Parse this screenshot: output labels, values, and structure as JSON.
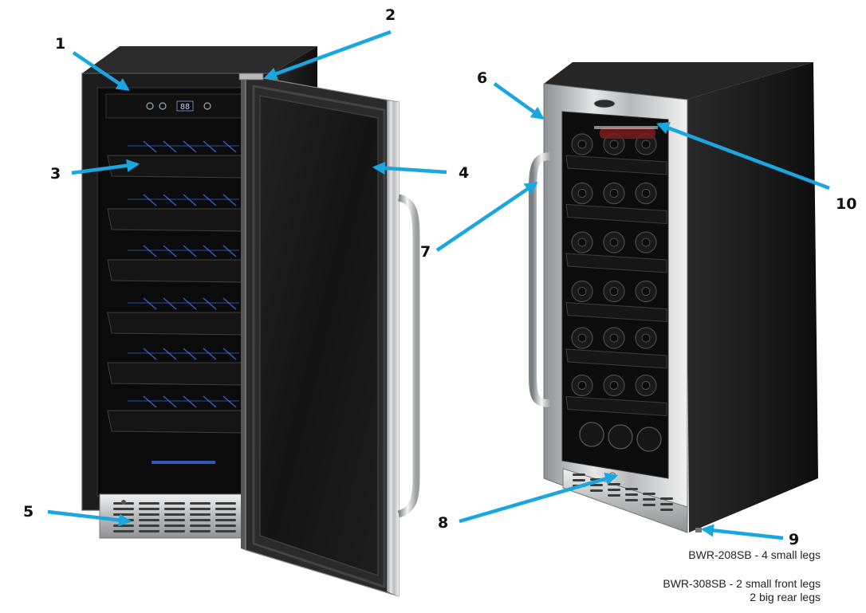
{
  "callouts": {
    "c1": "1",
    "c2": "2",
    "c3": "3",
    "c4": "4",
    "c5": "5",
    "c6": "6",
    "c7": "7",
    "c8": "8",
    "c9": "9",
    "c10": "10"
  },
  "notes": {
    "line1": "BWR-208SB - 4 small legs",
    "line2": "BWR-308SB - 2 small front legs",
    "line3": "2 big rear legs"
  },
  "colors": {
    "arrow": "#1aa7e0",
    "cabinet": "#1b1b1b",
    "steel": "#c9cbcd",
    "interior": "#0d0d0d",
    "led": "#3f7bff"
  },
  "control_panel": {
    "display": "88"
  }
}
